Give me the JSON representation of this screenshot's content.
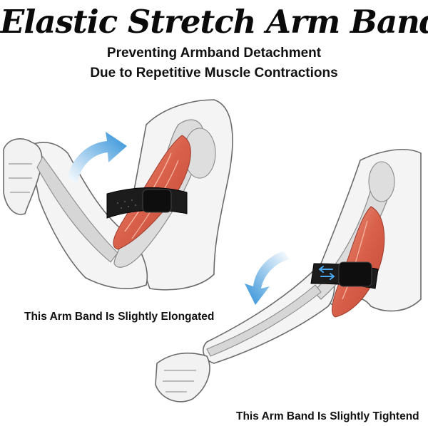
{
  "title": "Elastic Stretch Arm Band",
  "subtitle_line1": "Preventing Armband Detachment",
  "subtitle_line2": "Due to Repetitive Muscle Contractions",
  "caption_elongated": "This Arm Band Is Slightly Elongated",
  "caption_tightened": "This Arm Band Is Slightly Tightend",
  "colors": {
    "muscle": "#e0725a",
    "bone": "#e4e4e4",
    "band": "#1c1c1c",
    "arrow": "#2d8fd8"
  }
}
